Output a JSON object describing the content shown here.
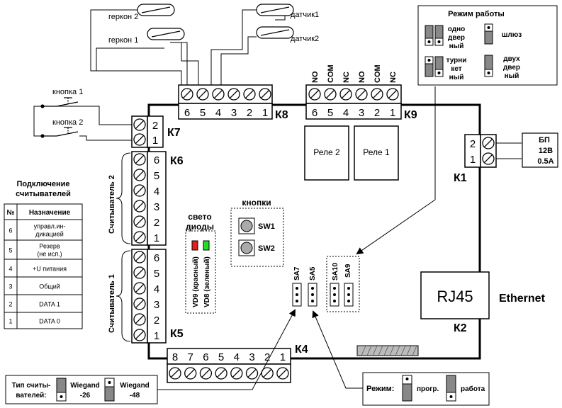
{
  "terminals": {
    "k1": {
      "name": "К1",
      "pins": [
        "2",
        "1"
      ]
    },
    "k2": {
      "name": "К2"
    },
    "k4": {
      "name": "К4",
      "pins": [
        "8",
        "7",
        "6",
        "5",
        "4",
        "3",
        "2",
        "1"
      ]
    },
    "k5": {
      "name": "К5"
    },
    "k6": {
      "name": "К6"
    },
    "k7": {
      "name": "К7",
      "pins": [
        "2",
        "1"
      ]
    },
    "k8": {
      "name": "К8",
      "pins": [
        "6",
        "5",
        "4",
        "3",
        "2",
        "1"
      ]
    },
    "k9": {
      "name": "К9",
      "pins": [
        "6",
        "5",
        "4",
        "3",
        "2",
        "1"
      ],
      "contacts": [
        "NO",
        "COM",
        "NC",
        "NO",
        "COM",
        "NC"
      ]
    },
    "k6_pins": [
      "6",
      "5",
      "4",
      "3",
      "2",
      "1"
    ],
    "k5_pins": [
      "6",
      "5",
      "4",
      "3",
      "2",
      "1"
    ]
  },
  "sensors": {
    "gerkon2": "геркон 2",
    "gerkon1": "геркон 1",
    "datchik1": "датчик1",
    "datchik2": "датчик2",
    "knopka1": "кнопка 1",
    "knopka2": "кнопка 2"
  },
  "relays": {
    "rele2": "Реле 2",
    "rele1": "Реле 1"
  },
  "readers": {
    "reader2": "Считыватель 2",
    "reader1": "Считыватель 1"
  },
  "power": {
    "title": "БП",
    "voltage": "12В",
    "current": "0.5А",
    "plus": "+",
    "minus": "-"
  },
  "rj45": {
    "label": "RJ45",
    "ethernet": "Ethernet"
  },
  "leds": {
    "title_line1": "свето",
    "title_line2": "диоды",
    "vd9": "VD9 (красный)",
    "vd8": "VD8 (зеленый)"
  },
  "buttons": {
    "title": "кнопки",
    "sw1": "SW1",
    "sw2": "SW2"
  },
  "jumpers": {
    "sa7": "SA7",
    "sa5": "SA5",
    "sa10": "SA10",
    "sa9": "SA9"
  },
  "mode_box": {
    "title": "Режим работы",
    "single_door": [
      "одно",
      "двер",
      "ный"
    ],
    "gateway": "шлюз",
    "turnstile": [
      "турни",
      "кет",
      "ный"
    ],
    "double_door": [
      "двух",
      "двер",
      "ный"
    ]
  },
  "reader_table": {
    "title_line1": "Подключение",
    "title_line2": "считывателей",
    "headers": [
      "№",
      "Назначение"
    ],
    "rows": [
      {
        "num": "6",
        "line1": "управл.ин-",
        "line2": "дикацией"
      },
      {
        "num": "5",
        "line1": "Резерв",
        "line2": "(не исп.)"
      },
      {
        "num": "4",
        "line1": "+U питания",
        "line2": ""
      },
      {
        "num": "3",
        "line1": "Общий",
        "line2": ""
      },
      {
        "num": "2",
        "line1": "DATA 1",
        "line2": ""
      },
      {
        "num": "1",
        "line1": "DATA 0",
        "line2": ""
      }
    ]
  },
  "reader_type": {
    "label_line1": "Тип считы-",
    "label_line2": "вателей:",
    "w26_line1": "Wiegand",
    "w26_line2": "-26",
    "w48_line1": "Wiegand",
    "w48_line2": "-48"
  },
  "mode": {
    "label": "Режим:",
    "prog": "прогр.",
    "work": "работа"
  }
}
